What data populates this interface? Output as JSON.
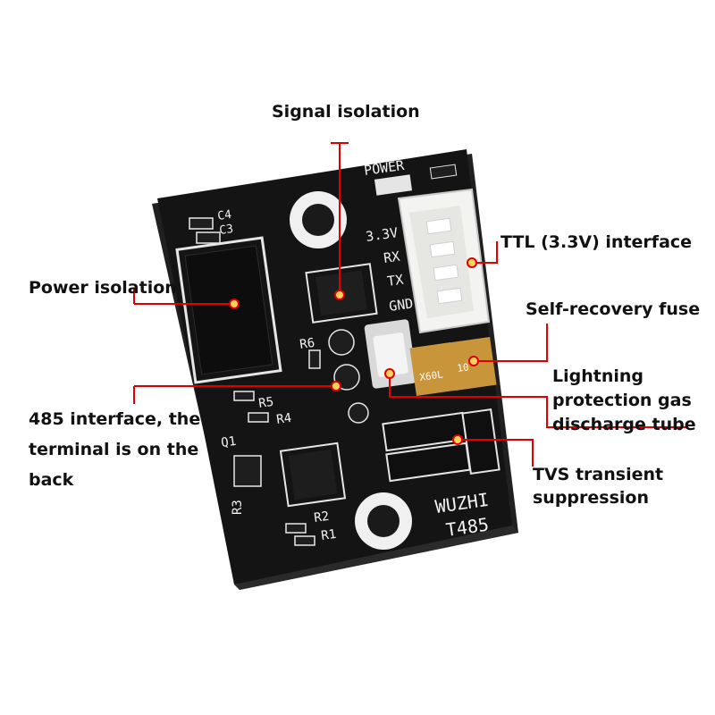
{
  "callouts": {
    "signal_isolation": "Signal isolation",
    "ttl_interface": "TTL (3.3V) interface",
    "power_isolation": "Power isolation",
    "self_recovery_fuse": "Self-recovery fuse",
    "lightning_protection": "Lightning protection gas discharge tube",
    "rs485_interface": "485 interface, the terminal is on the back",
    "tvs_suppression": "TVS transient suppression"
  },
  "silkscreen": {
    "power": "POWER",
    "c4": "C4",
    "c3": "C3",
    "pin_33v": "3.3V",
    "pin_rx": "RX",
    "pin_tx": "TX",
    "pin_gnd": "GND",
    "r6": "R6",
    "r5": "R5",
    "r4": "R4",
    "r3": "R3",
    "r2": "R2",
    "r1": "R1",
    "q1": "Q1",
    "brand": "WUZHI",
    "model": "T485",
    "tube_marking": "X60L",
    "fuse_marking": "10"
  },
  "colors": {
    "pcb": "#141414",
    "leader_line": "#e00000",
    "marker_dot": "#ffd35a",
    "connector": "#f3f3f1"
  }
}
